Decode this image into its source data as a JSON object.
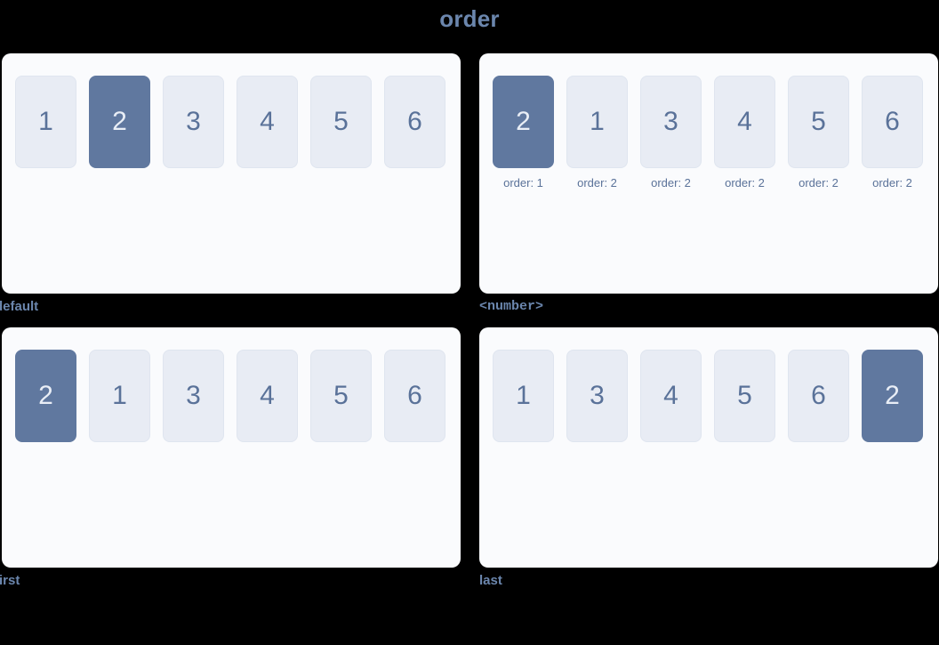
{
  "page": {
    "title": "order",
    "background_color": "#000000",
    "title_color": "#6b86ad"
  },
  "theme": {
    "panel_bg": "#fafbfd",
    "box_bg": "#e8ecf4",
    "box_border": "#dfe5ef",
    "box_text": "#5a7299",
    "highlight_bg": "#60789f",
    "highlight_text": "#e9eef6",
    "caption_color": "#6b86ad",
    "label_color": "#5a7299"
  },
  "demos": [
    {
      "caption": "default",
      "caption_style": "sans",
      "items": [
        {
          "label": "1",
          "highlight": false,
          "order_label": null
        },
        {
          "label": "2",
          "highlight": true,
          "order_label": null
        },
        {
          "label": "3",
          "highlight": false,
          "order_label": null
        },
        {
          "label": "4",
          "highlight": false,
          "order_label": null
        },
        {
          "label": "5",
          "highlight": false,
          "order_label": null
        },
        {
          "label": "6",
          "highlight": false,
          "order_label": null
        }
      ]
    },
    {
      "caption": "<number>",
      "caption_style": "mono",
      "items": [
        {
          "label": "2",
          "highlight": true,
          "order_label": "order: 1"
        },
        {
          "label": "1",
          "highlight": false,
          "order_label": "order: 2"
        },
        {
          "label": "3",
          "highlight": false,
          "order_label": "order: 2"
        },
        {
          "label": "4",
          "highlight": false,
          "order_label": "order: 2"
        },
        {
          "label": "5",
          "highlight": false,
          "order_label": "order: 2"
        },
        {
          "label": "6",
          "highlight": false,
          "order_label": "order: 2"
        }
      ]
    },
    {
      "caption": "first",
      "caption_style": "sans",
      "items": [
        {
          "label": "2",
          "highlight": true,
          "order_label": null
        },
        {
          "label": "1",
          "highlight": false,
          "order_label": null
        },
        {
          "label": "3",
          "highlight": false,
          "order_label": null
        },
        {
          "label": "4",
          "highlight": false,
          "order_label": null
        },
        {
          "label": "5",
          "highlight": false,
          "order_label": null
        },
        {
          "label": "6",
          "highlight": false,
          "order_label": null
        }
      ]
    },
    {
      "caption": "last",
      "caption_style": "sans",
      "items": [
        {
          "label": "1",
          "highlight": false,
          "order_label": null
        },
        {
          "label": "3",
          "highlight": false,
          "order_label": null
        },
        {
          "label": "4",
          "highlight": false,
          "order_label": null
        },
        {
          "label": "5",
          "highlight": false,
          "order_label": null
        },
        {
          "label": "6",
          "highlight": false,
          "order_label": null
        },
        {
          "label": "2",
          "highlight": true,
          "order_label": null
        }
      ]
    }
  ]
}
